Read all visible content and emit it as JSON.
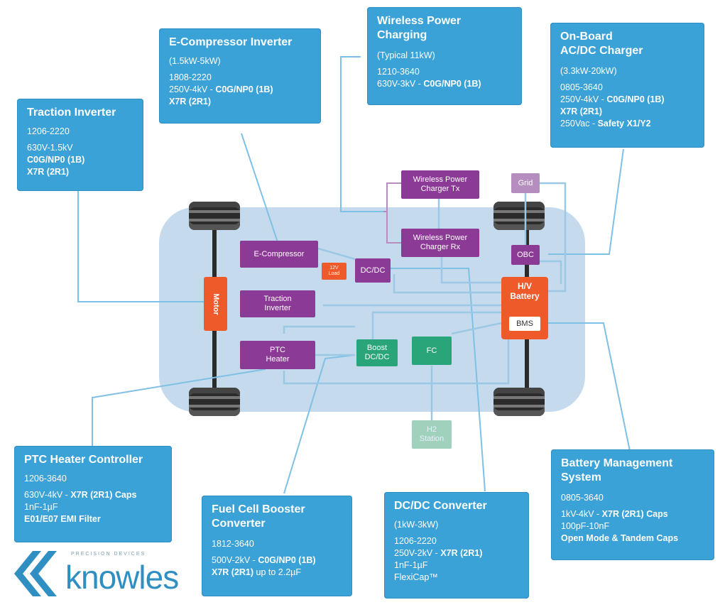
{
  "cards": {
    "traction": {
      "title": "Traction Inverter",
      "l1": "1206-2220",
      "l2": "630V-1.5kV",
      "l3": "C0G/NP0 (1B)",
      "l4": "X7R (2R1)"
    },
    "ecomp": {
      "title": "E-Compressor Inverter",
      "sub": "(1.5kW-5kW)",
      "l1": "1808-2220",
      "l2a": "250V-4kV - ",
      "l2b": "C0G/NP0 (1B)",
      "l3": "X7R (2R1)"
    },
    "wireless": {
      "title1": "Wireless Power",
      "title2": "Charging",
      "sub": "(Typical 11kW)",
      "l1": "1210-3640",
      "l2a": "630V-3kV - ",
      "l2b": "C0G/NP0 (1B)"
    },
    "obc": {
      "title1": "On-Board",
      "title2": "AC/DC Charger",
      "sub": "(3.3kW-20kW)",
      "l1": "0805-3640",
      "l2a": "250V-4kV - ",
      "l2b": "C0G/NP0 (1B)",
      "l3": "X7R (2R1)",
      "l4a": "250Vac - ",
      "l4b": "Safety X1/Y2"
    },
    "ptc": {
      "title": "PTC Heater Controller",
      "l1": "1206-3640",
      "l2a": "630V-4kV - ",
      "l2b": "X7R (2R1) Caps",
      "l3": "1nF-1µF",
      "l4": "E01/E07 EMI Filter"
    },
    "fuel": {
      "title1": "Fuel Cell Booster",
      "title2": "Converter",
      "l1": "1812-3640",
      "l2a": "500V-2kV - ",
      "l2b": "C0G/NP0 (1B)",
      "l3a": "X7R (2R1)",
      "l3b": " up to  2.2µF"
    },
    "dcdc": {
      "title": "DC/DC Converter",
      "sub": "(1kW-3kW)",
      "l1": "1206-2220",
      "l2a": "250V-2kV - ",
      "l2b": "X7R (2R1)",
      "l3": "1nF-1µF",
      "l4": "FlexiCap™"
    },
    "bms": {
      "title1": "Battery Management",
      "title2": "System",
      "l1": "0805-3640",
      "l2a": "1kV-4kV - ",
      "l2b": "X7R (2R1) Caps",
      "l3": "100pF-10nF",
      "l4": "Open Mode & Tandem Caps"
    }
  },
  "nodes": {
    "grid": "Grid",
    "wpc_tx_1": "Wireless Power",
    "wpc_tx_2": "Charger Tx",
    "wpc_rx_1": "Wireless Power",
    "wpc_rx_2": "Charger Rx",
    "ecompressor": "E-Compressor",
    "load_1": "12V",
    "load_2": "Load",
    "dcdc": "DC/DC",
    "obc": "OBC",
    "battery_1": "H/V",
    "battery_2": "Battery",
    "bms": "BMS",
    "motor": "Motor",
    "traction_1": "Traction",
    "traction_2": "Inverter",
    "ptc_1": "PTC",
    "ptc_2": "Heater",
    "boost_1": "Boost",
    "boost_2": "DC/DC",
    "fc": "FC",
    "h2_1": "H2",
    "h2_2": "Station"
  },
  "brand": {
    "name": "knowles",
    "tagline": "PRECISION DEVICES"
  },
  "colors": {
    "card": "#3aa2d6",
    "purple": "#8b3b95",
    "orange": "#ee5a2a",
    "green": "#2aa579",
    "vehicle": "#c5dbed"
  }
}
